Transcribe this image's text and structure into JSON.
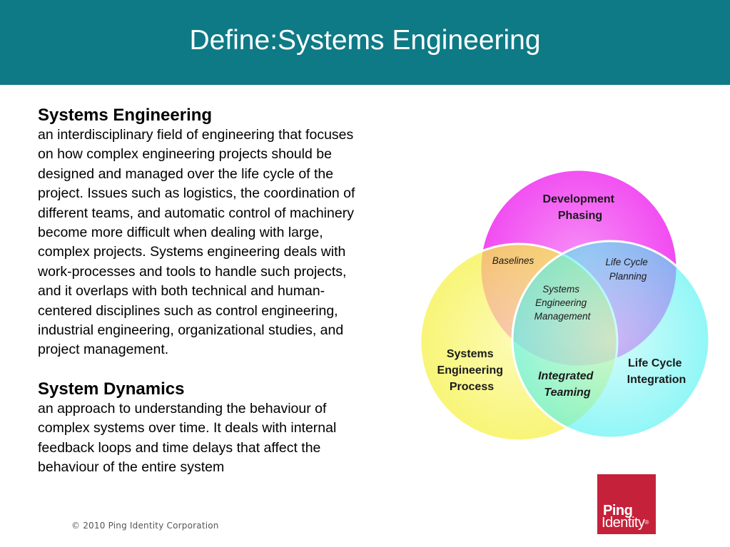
{
  "header": {
    "title": "Define:Systems Engineering"
  },
  "sections": [
    {
      "heading": "Systems Engineering",
      "lines": [
        "an interdisciplinary field of engineering that focuses",
        "on how complex engineering projects should be",
        "designed and managed over the life cycle of the",
        "project. Issues such as logistics, the coordination of",
        "different teams, and automatic control of machinery",
        "become more difficult when dealing with large,",
        "complex projects. Systems engineering deals with",
        "work-processes and tools to handle such projects,",
        "and it overlaps with both technical and human-",
        "centered disciplines such as control engineering,",
        "industrial engineering, organizational studies, and",
        "project management."
      ]
    },
    {
      "heading": "System Dynamics",
      "lines": [
        "an approach to understanding the behaviour of",
        "complex systems over time. It deals with internal",
        "feedback loops and time delays that affect the",
        "behaviour of the entire system"
      ]
    }
  ],
  "venn": {
    "top": {
      "line1": "Development",
      "line2": "Phasing"
    },
    "left": {
      "line1": "Systems",
      "line2": "Engineering",
      "line3": "Process"
    },
    "right": {
      "line1": "Life Cycle",
      "line2": "Integration"
    },
    "top_left": "Baselines",
    "top_right": {
      "line1": "Life Cycle",
      "line2": "Planning"
    },
    "bottom": {
      "line1": "Integrated",
      "line2": "Teaming"
    },
    "center": {
      "line1": "Systems",
      "line2": "Engineering",
      "line3": "Management"
    },
    "colors": {
      "top": "#ee22ee",
      "left": "#f5f03a",
      "right": "#3ff0f0"
    }
  },
  "footer": {
    "copyright": "© 2010 Ping Identity Corporation"
  },
  "logo": {
    "line1": "Ping",
    "line2": "Identity",
    "reg": "®"
  }
}
